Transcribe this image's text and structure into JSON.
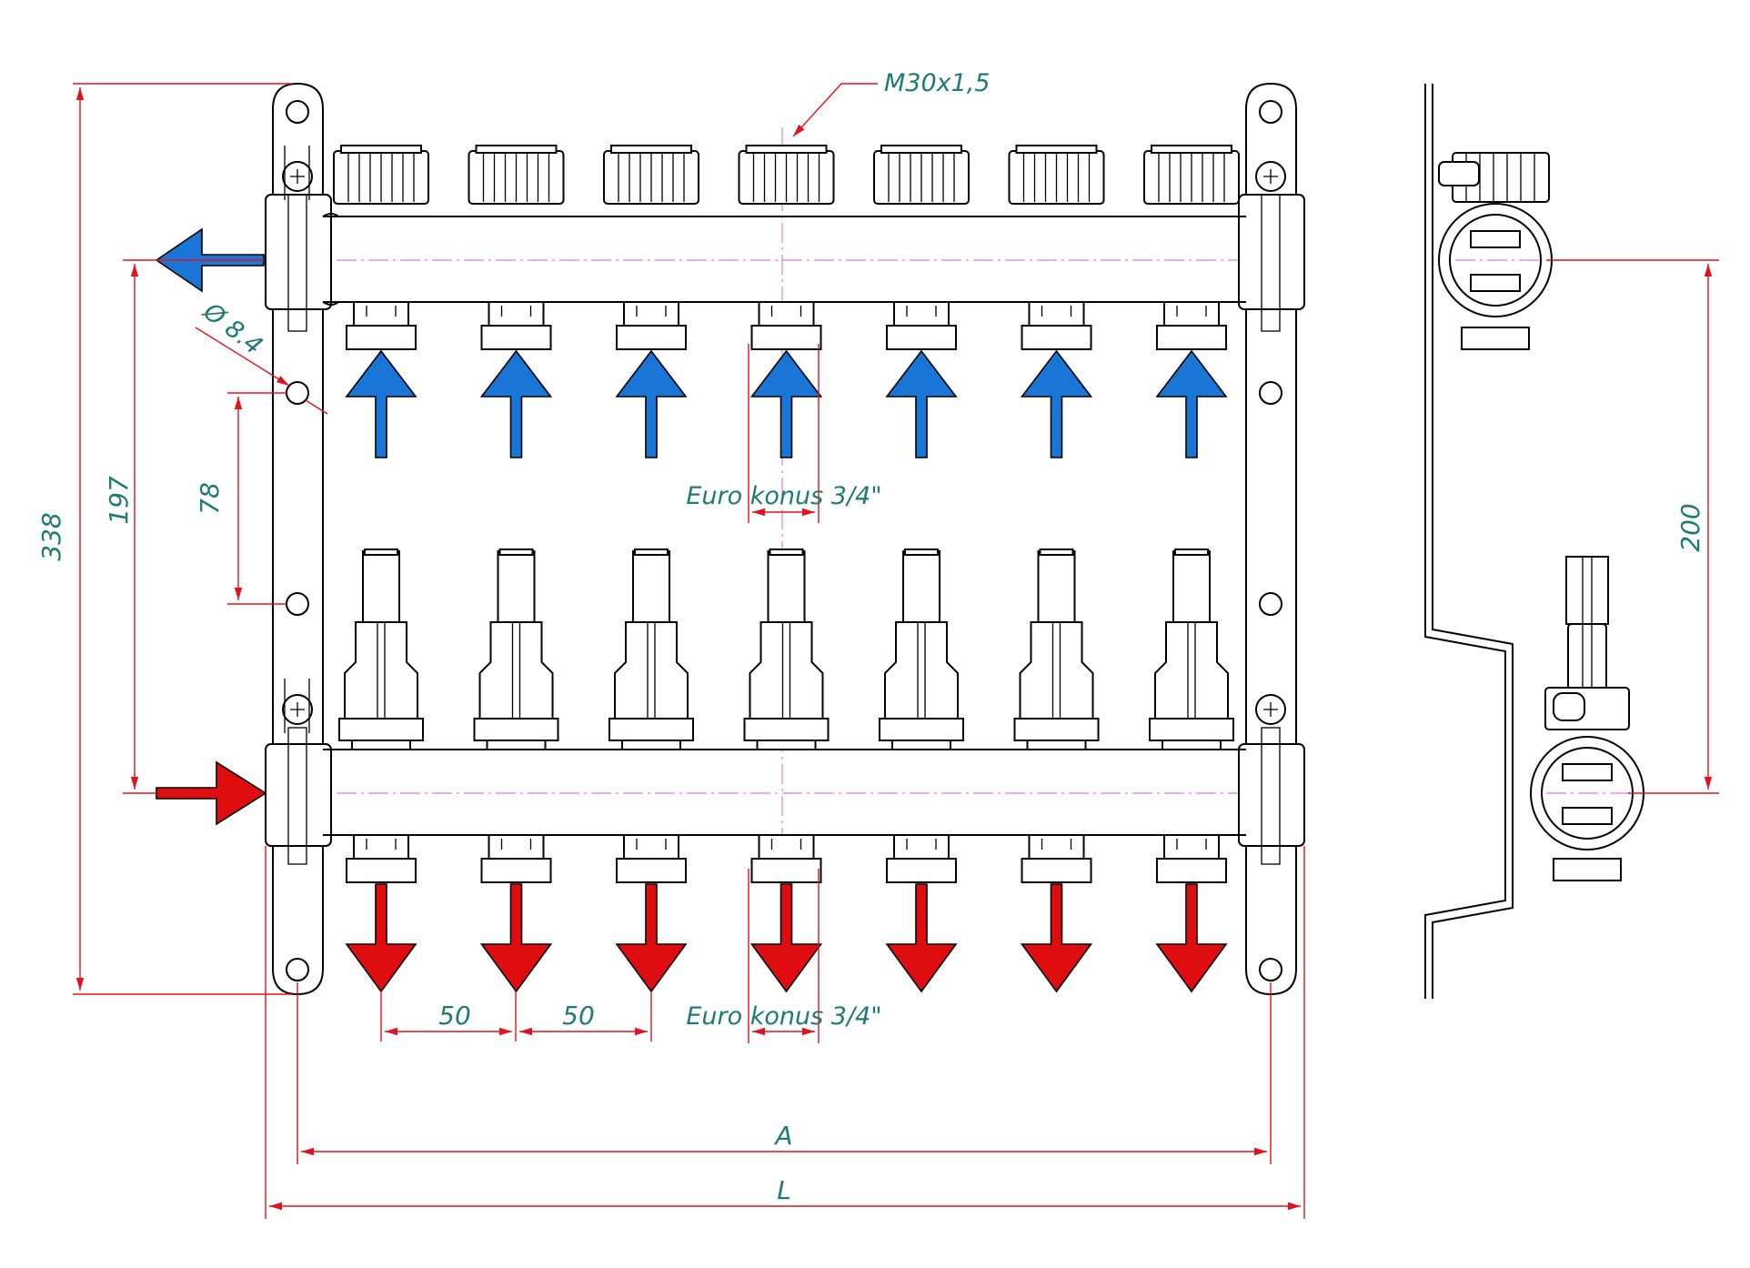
{
  "drawing": {
    "dimensions": {
      "overall_height": "338",
      "port_height": "197",
      "hole_spacing": "78",
      "side_spacing": "200",
      "hole_diameter": "Ø 8.4",
      "pitch_1": "50",
      "pitch_2": "50",
      "length_A": "A",
      "length_L": "L"
    },
    "labels": {
      "thread": "M30x1,5",
      "euro_konus_top": "Euro konus 3/4\"",
      "euro_konus_bottom": "Euro konus 3/4\""
    },
    "outlets_per_bar": 7,
    "colors": {
      "supply_arrow": "#1976d6",
      "return_arrow": "#e00d10",
      "dimension_line": "#e0141c",
      "dimension_text": "#1e7b73",
      "centerline": "#e37be0"
    }
  }
}
